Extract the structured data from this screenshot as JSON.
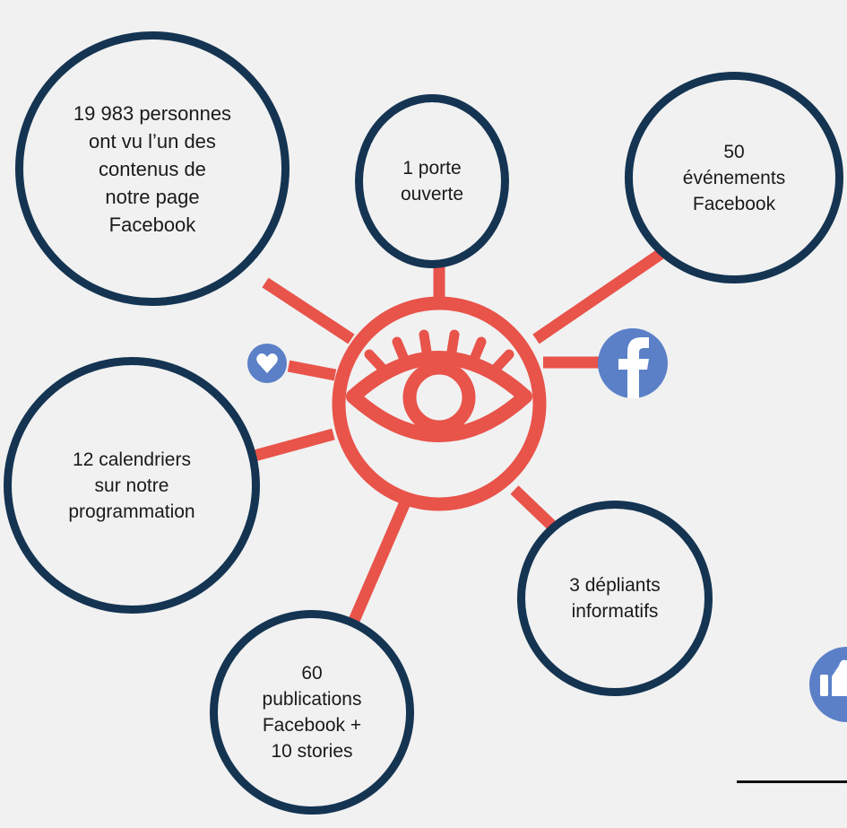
{
  "colors": {
    "background": "#f1f1f1",
    "circle_border": "#143452",
    "accent_red": "#e8534a",
    "icon_blue": "#5b80c8"
  },
  "center": {
    "icon": "eye-icon"
  },
  "icons": {
    "heart": "heart-icon",
    "facebook": "facebook-icon",
    "thumbs_up": "thumbs-up-icon"
  },
  "bubbles": {
    "big": [
      "19 983 personnes",
      "ont vu l’un des",
      "contenus de",
      "notre page",
      "Facebook"
    ],
    "porte": [
      "1 porte",
      "ouverte"
    ],
    "events": [
      "50",
      "événements",
      "Facebook"
    ],
    "calendriers": [
      "12 calendriers",
      "sur notre",
      "programmation"
    ],
    "depliants": [
      "3 dépliants",
      "informatifs"
    ],
    "publications": [
      "60",
      "publications",
      "Facebook +",
      "10 stories"
    ]
  }
}
